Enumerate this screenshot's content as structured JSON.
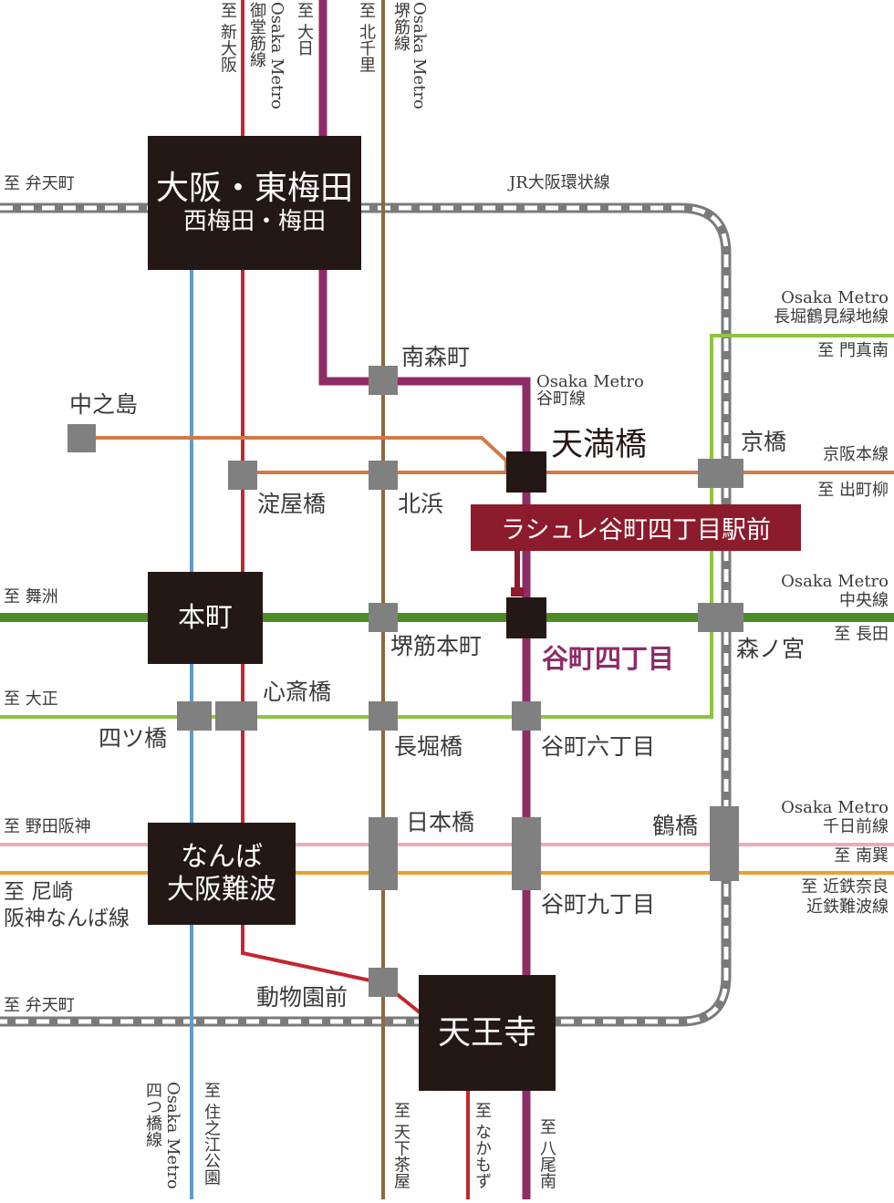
{
  "colors": {
    "midosuji": "#c1272d",
    "tanimachi": "#8e2c67",
    "sakaisuji": "#8b6b3d",
    "yotsubashi": "#5e9ccc",
    "chuo": "#4c8b26",
    "nagahori": "#8fc440",
    "keihan": "#d07a4a",
    "hanshin_pink": "#eeaab8",
    "kintetsu_orange": "#e8a030",
    "jr_loop": "#7a7a7a",
    "station_box": "#808080",
    "major_station": "#231815",
    "highlight": "#8c1b2b"
  },
  "major_stations": {
    "umeda_main": "大阪・東梅田",
    "umeda_sub": "西梅田・梅田",
    "honmachi": "本町",
    "namba_main": "なんば",
    "namba_sub": "大阪難波",
    "tennoji": "天王寺",
    "tenmabashi": "天満橋"
  },
  "stations": {
    "minamimorimachi": "南森町",
    "nakanoshima": "中之島",
    "yodoyabashi": "淀屋橋",
    "kitahama": "北浜",
    "kyobashi": "京橋",
    "sakaisuji_honmachi": "堺筋本町",
    "morinomiya": "森ノ宮",
    "shinsaibashi": "心斎橋",
    "yotsubashi": "四ツ橋",
    "nagahoribashi": "長堀橋",
    "tanimachi6": "谷町六丁目",
    "nipponbashi": "日本橋",
    "tsuruhashi": "鶴橋",
    "tanimachi9": "谷町九丁目",
    "dobutsuenmae": "動物園前"
  },
  "highlight": {
    "property": "ラシュレ谷町四丁目駅前",
    "station": "谷町四丁目"
  },
  "line_labels": {
    "jr_loop": "JR大阪環状線",
    "tanimachi_1": "Osaka Metro",
    "tanimachi_2": "谷町線",
    "nagahori_1": "Osaka Metro",
    "nagahori_2": "長堀鶴見緑地線",
    "keihan": "京阪本線",
    "chuo_1": "Osaka Metro",
    "chuo_2": "中央線",
    "sennichimae_1": "Osaka Metro",
    "sennichimae_2": "千日前線",
    "kintetsu_namba": "近鉄難波線",
    "hanshin_namba": "阪神なんば線",
    "midosuji_1": "Osaka Metro",
    "midosuji_2": "御堂筋線",
    "sakaisuji_1": "Osaka Metro",
    "sakaisuji_2": "堺筋線",
    "yotsubashi_1": "Osaka Metro",
    "yotsubashi_2": "四つ橋線"
  },
  "directions": {
    "shin_osaka": "至 新大阪",
    "dainichi": "至 大日",
    "kita_senri": "至 北千里",
    "bentencho_top": "至 弁天町",
    "kadoma": "至 門真南",
    "demachiyanagi": "至 出町柳",
    "maishima": "至 舞洲",
    "nagata": "至 長田",
    "taisho": "至 大正",
    "noda_hanshin": "至 野田阪神",
    "minami_tatsumi": "至 南巽",
    "amagasaki": "至 尼崎",
    "kintetsu_nara": "至 近鉄奈良",
    "bentencho_bottom": "至 弁天町",
    "suminoe": "至 住之江公園",
    "tengachaya": "至 天下茶屋",
    "nakamozu": "至 なかもず",
    "yao_minami": "至 八尾南"
  }
}
